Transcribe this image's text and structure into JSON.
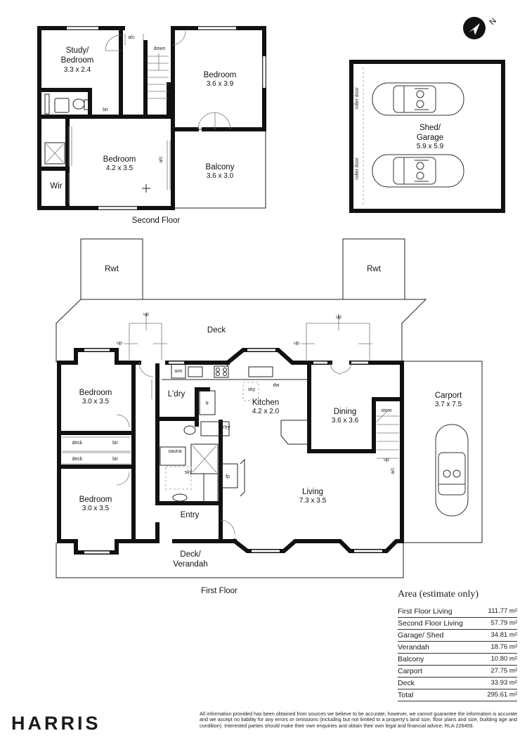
{
  "rooms": {
    "study": {
      "name_line1": "Study/",
      "name_line2": "Bedroom",
      "size": "3.3 x 2.4"
    },
    "bedroom_upper_right": {
      "name": "Bedroom",
      "size": "3.6 x 3.9"
    },
    "bedroom_upper_main": {
      "name": "Bedroom",
      "size": "4.2 x 3.5"
    },
    "balcony": {
      "name": "Balcony",
      "size": "3.6 x 3.0"
    },
    "wir": {
      "name": "Wir"
    },
    "shed_garage": {
      "name_line1": "Shed/",
      "name_line2": "Garage",
      "size": "5.9 x 5.9"
    },
    "rwt_left": {
      "name": "Rwt"
    },
    "rwt_right": {
      "name": "Rwt"
    },
    "deck": {
      "name": "Deck"
    },
    "bedroom_lower_top": {
      "name": "Bedroom",
      "size": "3.0 x 3.5"
    },
    "bedroom_lower_bottom": {
      "name": "Bedroom",
      "size": "3.0 x 3.5"
    },
    "laundry": {
      "name": "L'dry"
    },
    "kitchen": {
      "name": "Kitchen",
      "size": "4.2 x 2.0"
    },
    "dining": {
      "name": "Dining",
      "size": "3.6 x 3.6"
    },
    "carport": {
      "name": "Carport",
      "size": "3.7 x 7.5"
    },
    "living": {
      "name": "Living",
      "size": "7.3 x 3.5"
    },
    "entry": {
      "name": "Entry"
    },
    "verandah": {
      "name_line1": "Deck/",
      "name_line2": "Verandah"
    }
  },
  "small_labels": {
    "ac": "a/c",
    "down": "down",
    "bir": "bir",
    "up": "up",
    "wm": "wm",
    "sky": "sky",
    "dw": "dw",
    "fr": "fr",
    "pantry": "p'try",
    "store": "store",
    "sauna": "sauna",
    "fp": "fp",
    "deck": "deck",
    "roller_door": "roller door"
  },
  "floor_labels": {
    "second": "Second Floor",
    "first": "First Floor"
  },
  "compass": {
    "letter": "N"
  },
  "area_table": {
    "title": "Area (estimate only)",
    "rows": [
      {
        "label": "First Floor Living",
        "value": "111.77 m²"
      },
      {
        "label": "Second Floor Living",
        "value": "57.79 m²"
      },
      {
        "label": "Garage/ Shed",
        "value": "34.81 m²"
      },
      {
        "label": "Verandah",
        "value": "18.76 m²"
      },
      {
        "label": "Balcony",
        "value": "10.80 m²"
      },
      {
        "label": "Carport",
        "value": "27.75 m²"
      },
      {
        "label": "Deck",
        "value": "33.93 m²"
      },
      {
        "label": "Total",
        "value": "295.61 m²"
      }
    ]
  },
  "brand": "HARRIS",
  "disclaimer": "All information provided has been obtained from sources we believe to be accurate, however, we cannot guarantee the information is accurate and we accept no liability for any errors or omissions (including but not limited to a property's land size, floor plans and size, building age and condition). Interested parties should make their own enquiries and obtain their own legal and financial advice. RLA 226409."
}
